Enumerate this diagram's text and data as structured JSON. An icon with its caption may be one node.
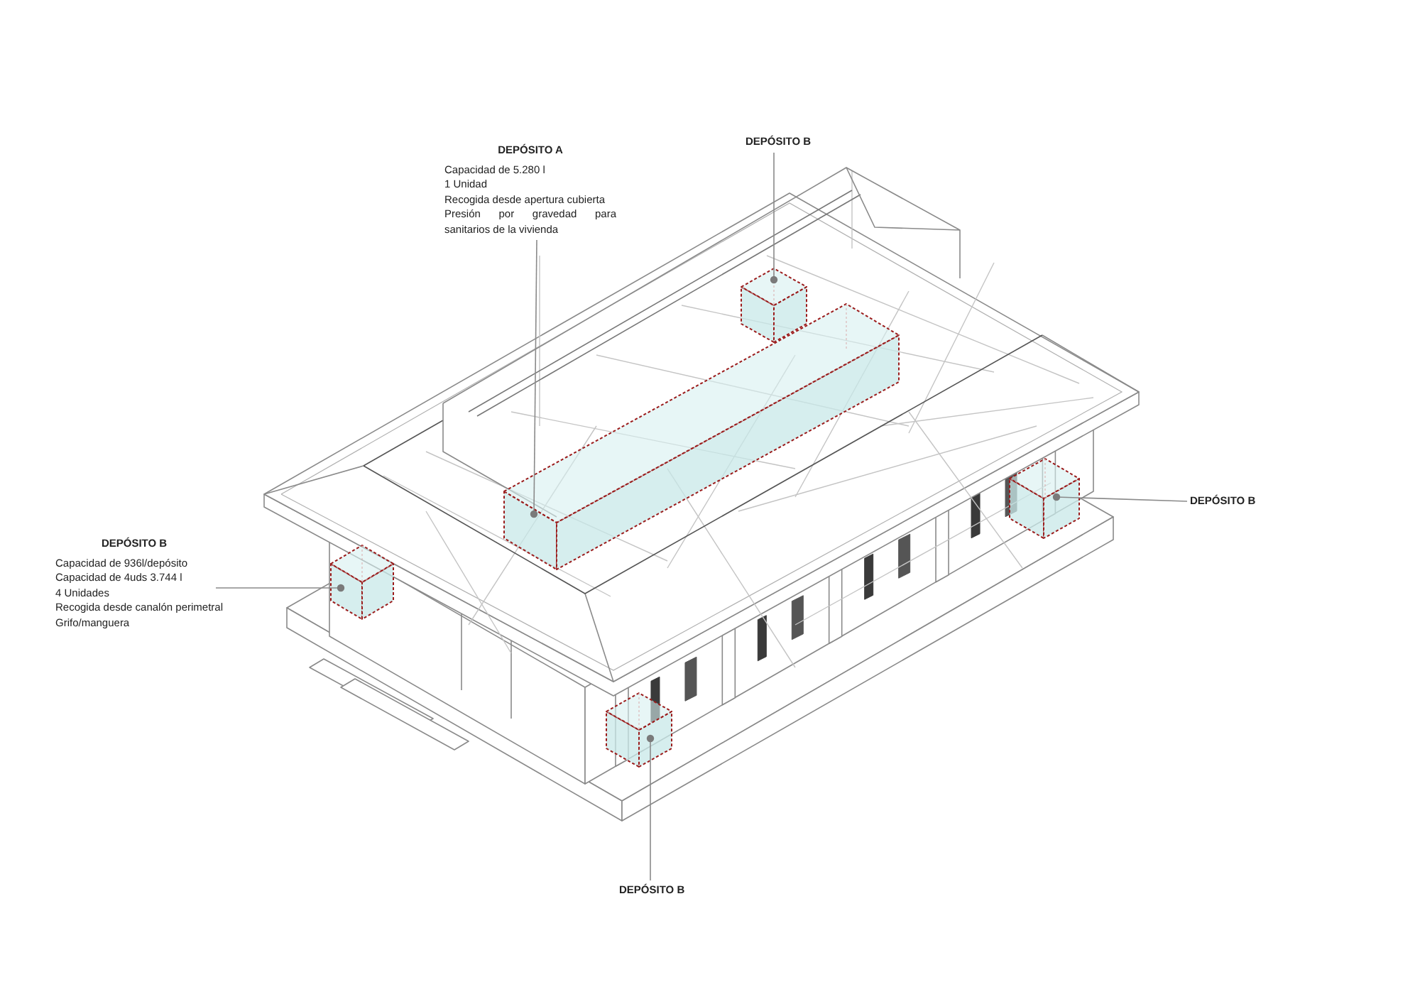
{
  "diagram": {
    "nodes": [
      {
        "text": [
          "DEPÓSITO A",
          "Capacidad de 5.280 l",
          "1 Unidad",
          "Recogida desde apertura cubierta",
          "Presión por gravedad para sanitarios de la vivienda"
        ]
      },
      {
        "text": [
          "DEPÓSITO B"
        ]
      },
      {
        "text": [
          "DEPÓSITO B",
          "Capacidad de 936l/depósito",
          "Capacidad de 4uds 3.744 l",
          "4 Unidades",
          "Recogida desde canalón perimetral",
          "Grifo/manguera"
        ]
      },
      {
        "text": [
          "DEPÓSITO B"
        ]
      },
      {
        "text": [
          "DEPÓSITO B"
        ]
      },
      {
        "text": [],
        "shape": "box"
      },
      {
        "text": [],
        "shape": "cube"
      },
      {
        "text": [],
        "shape": "cube"
      },
      {
        "text": [],
        "shape": "cube"
      },
      {
        "text": [],
        "shape": "cube"
      }
    ],
    "edges": [
      {
        "from": 0,
        "to": 5,
        "arrow": "other"
      },
      {
        "from": 1,
        "to": 6,
        "arrow": "other"
      },
      {
        "from": 2,
        "to": 7,
        "arrow": "other"
      },
      {
        "from": 3,
        "to": 8,
        "arrow": "other"
      },
      {
        "from": 4,
        "to": 9,
        "arrow": "other"
      }
    ]
  }
}
